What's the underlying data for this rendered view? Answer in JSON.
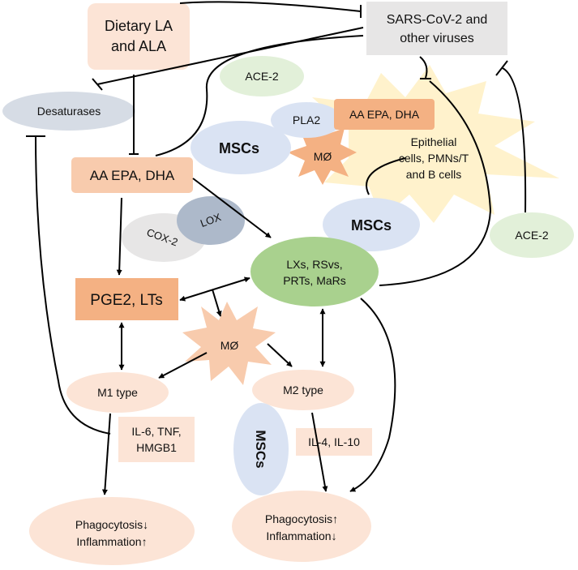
{
  "nodes": {
    "dietary": {
      "line1": "Dietary LA",
      "line2": "and ALA"
    },
    "sars": {
      "line1": "SARS-CoV-2 and",
      "line2": "other viruses"
    },
    "ace2_top": "ACE-2",
    "desaturases": "Desaturases",
    "pla2": "PLA2",
    "aa_epa_dha_right": "AA EPA, DHA",
    "mscs_upper_left": "MSCs",
    "mo_upper": "MØ",
    "epithelial": {
      "line1": "Epithelial",
      "line2": "cells, PMNs/T",
      "line3": "and B cells"
    },
    "aa_epa_dha_left": "AA EPA, DHA",
    "mscs_center": "MSCs",
    "lox": "LOX",
    "cox2": "COX-2",
    "ace2_right": "ACE-2",
    "lipid_mediators": {
      "line1": "LXs, RSvs,",
      "line2": "PRTs, MaRs"
    },
    "pge2": "PGE2, LTs",
    "mo_center": "MØ",
    "m1": "M1 type",
    "m2": "M2 type",
    "cytokines_m1": {
      "line1": "IL-6, TNF,",
      "line2": "HMGB1"
    },
    "mscs_vertical": "MSCs",
    "cytokines_m2": "IL-4, IL-10",
    "phago_left": {
      "line1": "Phagocytosis↓",
      "line2": "Inflammation↑"
    },
    "phago_right": {
      "line1": "Phagocytosis↑",
      "line2": "Inflammation↓"
    }
  },
  "colors": {
    "peach_light": "#fce4d6",
    "peach": "#f8cbad",
    "orange": "#f4b183",
    "green": "#92d050",
    "green_light": "#e2f0d9",
    "blue_light": "#dae3f3",
    "grey_blue": "#adb9ca",
    "grey_light": "#d9d9d9",
    "yellow_burst": "#fff2cc"
  }
}
